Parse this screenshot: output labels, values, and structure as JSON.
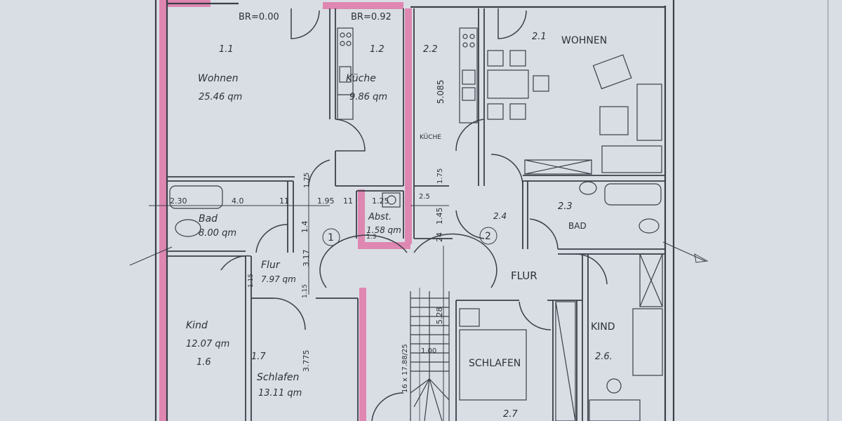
{
  "apartment_1": {
    "number": "1",
    "wohnen": {
      "code": "1.1",
      "name": "Wohnen",
      "area": "25.46 qm",
      "note": "BR=0.00"
    },
    "kueche": {
      "code": "1.2",
      "name": "Küche",
      "area": "9.86 qm",
      "note": "BR=0.92"
    },
    "bad": {
      "name": "Bad",
      "area": "8.00 qm"
    },
    "abst": {
      "name": "Abst.",
      "area": "1.58 qm"
    },
    "flur": {
      "name": "Flur",
      "area": "7.97 qm"
    },
    "kind": {
      "code": "1.6",
      "name": "Kind",
      "area": "12.07 qm"
    },
    "schlafen": {
      "code": "1.7",
      "name": "Schlafen",
      "area": "13.11 qm"
    }
  },
  "apartment_2": {
    "number": "2",
    "wohnen": {
      "code": "2.1",
      "name": "WOHNEN"
    },
    "kueche": {
      "code": "2.2",
      "name": "KÜCHE"
    },
    "bad": {
      "code": "2.3",
      "name": "BAD"
    },
    "flur": {
      "code": "2.4",
      "name": "FLUR"
    },
    "kind": {
      "code": "2.6.",
      "name": "KIND"
    },
    "schlafen": {
      "code": "2.7",
      "name": "SCHLAFEN"
    }
  },
  "dimensions": {
    "d_230": "2.30",
    "d_40": "4.0",
    "d_11a": "11",
    "d_195": "1.95",
    "d_11b": "11",
    "d_125": "1.25",
    "d_25": "2.5",
    "d_145": "1.45",
    "d_24": "24",
    "d_175a": "1.75",
    "d_175b": "1.75",
    "d_5085": "5.085",
    "d_14": "1.4",
    "d_317": "3.17",
    "d_3775": "3.775",
    "d_528": "5.28",
    "d_100": "1.00",
    "d_stair": "16 x 17.88/25",
    "d_115a": "1.15",
    "d_115b": "1.15",
    "d_13": "1.3"
  },
  "colors": {
    "paper": "#dde2e8",
    "line": "#3a3f48",
    "highlight": "#e06aa0"
  }
}
